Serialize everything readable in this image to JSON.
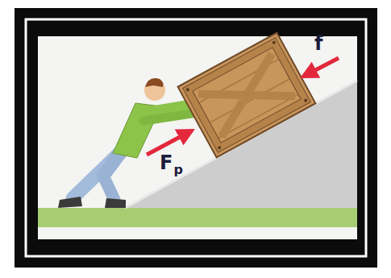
{
  "diagram": {
    "labels": [
      "f",
      "F",
      "p"
    ]
  }
}
